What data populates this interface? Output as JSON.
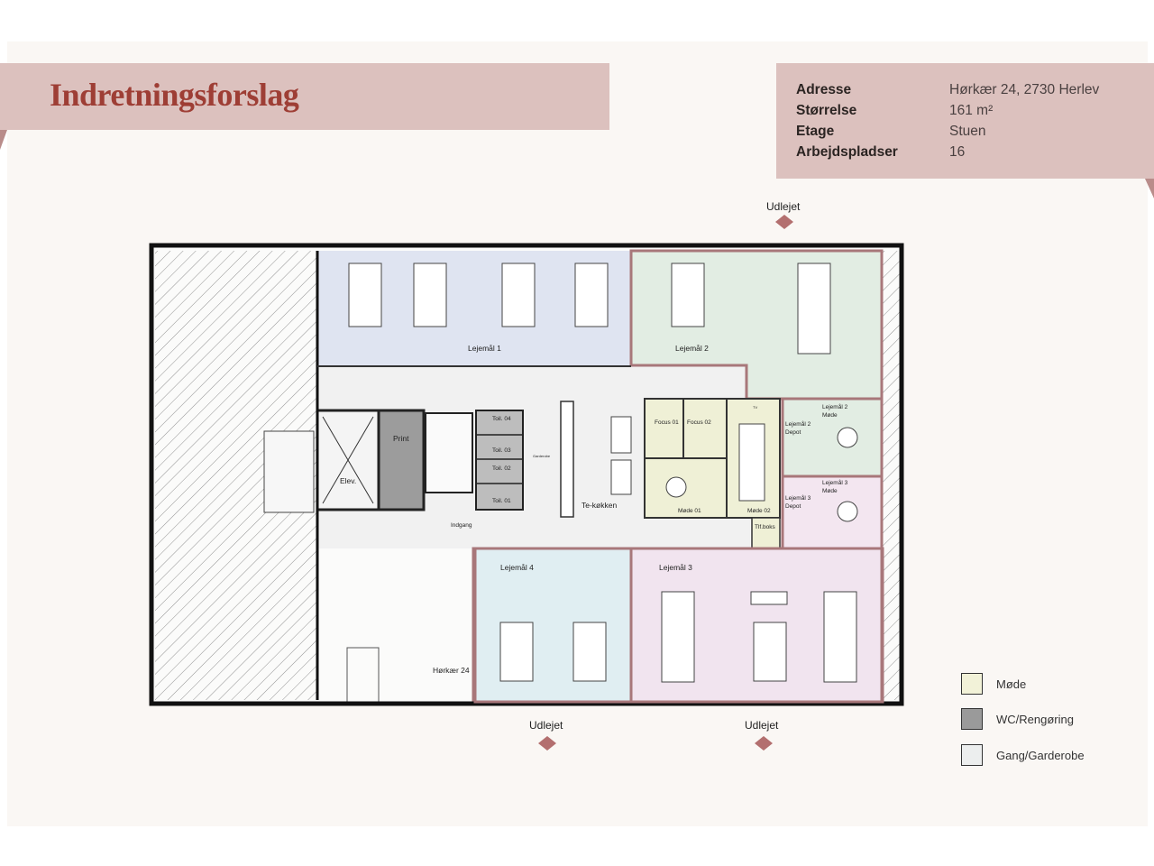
{
  "header": {
    "title": "Indretningsforslag"
  },
  "info": [
    {
      "label": "Adresse",
      "value": "Hørkær 24, 2730 Herlev"
    },
    {
      "label": "Størrelse",
      "value": "161 m²"
    },
    {
      "label": "Etage",
      "value": "Stuen"
    },
    {
      "label": "Arbejdspladser",
      "value": "16"
    }
  ],
  "plan": {
    "markers": {
      "top": "Udlejet",
      "bottom_left": "Udlejet",
      "bottom_right": "Udlejet"
    },
    "rooms": {
      "lejemaal1": "Lejemål 1",
      "lejemaal2": "Lejemål 2",
      "lejemaal3": "Lejemål 3",
      "lejemaal4": "Lejemål 4",
      "print": "Print",
      "elev": "Elev.",
      "toil4": "Toil. 04",
      "toil3": "Toil. 03",
      "toil2": "Toil. 02",
      "toil1": "Toil. 01",
      "garderobe": "Garderobe",
      "tekokken": "Te-køkken",
      "focus1": "Focus 01",
      "focus2": "Focus 02",
      "mode1": "Møde 01",
      "mode2": "Møde 02",
      "tv": "TV",
      "tlfboks": "Tlf.boks",
      "l2depot": [
        "Lejemål 2",
        "Depot"
      ],
      "l2mode": [
        "Lejemål 2",
        "Møde"
      ],
      "l3depot": [
        "Lejemål 3",
        "Depot"
      ],
      "l3mode": [
        "Lejemål 3",
        "Møde"
      ],
      "indgang": "Indgang",
      "horkaer": "Hørkær 24"
    },
    "colors": {
      "lejemaal1": "#dfe4f1",
      "lejemaal2": "#e2ede3",
      "lejemaal3": "#f1e4ef",
      "lejemaal4": "#e0eef2",
      "outline": "#a8777a",
      "accent": "#b36f6f"
    }
  },
  "legend": [
    {
      "label": "Møde",
      "color": "#f2f2d8"
    },
    {
      "label": "WC/Rengøring",
      "color": "#9a9a9a"
    },
    {
      "label": "Gang/Garderobe",
      "color": "#eceeee"
    }
  ]
}
